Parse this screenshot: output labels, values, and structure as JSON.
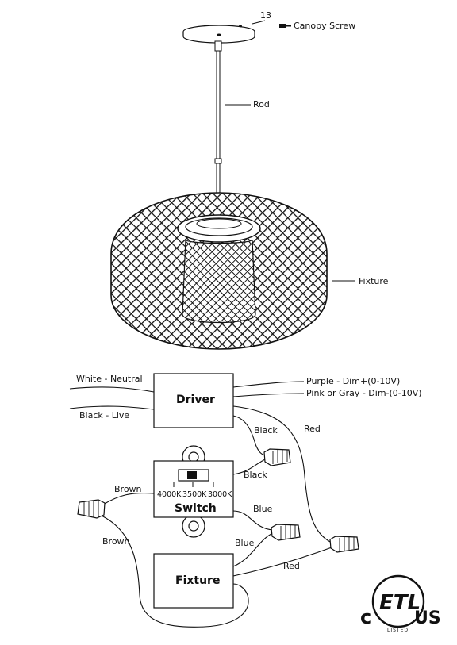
{
  "hardware": {
    "part_number": "13",
    "canopy_screw": "Canopy Screw",
    "rod": "Rod",
    "fixture": "Fixture"
  },
  "wiring": {
    "driver": "Driver",
    "switch": "Switch",
    "fixture_box": "Fixture",
    "white_neutral": "White - Neutral",
    "black_live": "Black - Live",
    "purple_dim": "Purple - Dim+(0-10V)",
    "pink_gray_dim": "Pink or Gray - Dim-(0-10V)",
    "black_top": "Black",
    "black_switch": "Black",
    "red_top": "Red",
    "red_bottom": "Red",
    "blue_top": "Blue",
    "blue_bottom": "Blue",
    "brown_top": "Brown",
    "brown_bottom": "Brown",
    "cct_4000": "4000K",
    "cct_3500": "3500K",
    "cct_3000": "3000K"
  },
  "certification": {
    "c": "c",
    "etl": "ETL",
    "us": "US",
    "listed": "LISTED"
  }
}
